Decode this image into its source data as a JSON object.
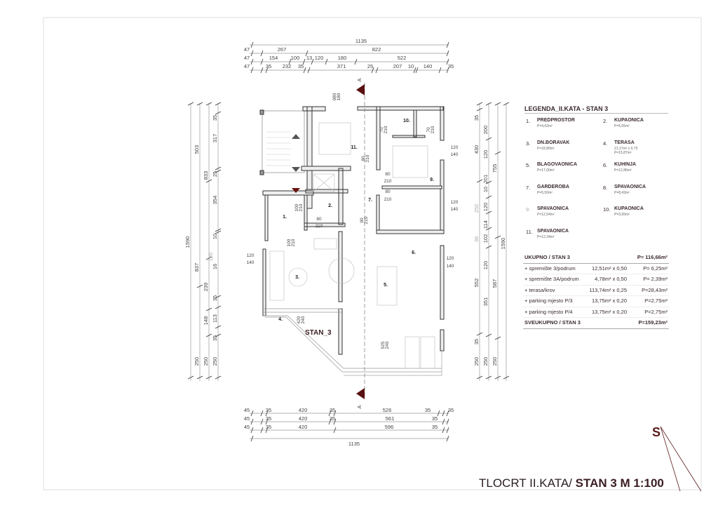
{
  "dims": {
    "top": [
      [
        "1135"
      ],
      [
        "47",
        "267",
        "822"
      ],
      [
        "47",
        "154",
        "100",
        "13",
        "120",
        "180",
        "522"
      ],
      [
        "47",
        "35",
        "232",
        "35",
        "371",
        "25",
        "207",
        "10",
        "140",
        "35"
      ]
    ],
    "bottom": [
      [
        "45",
        "35",
        "420",
        "35",
        "526",
        "35",
        "35"
      ],
      [
        "45",
        "35",
        "420",
        "35",
        "561",
        "35"
      ],
      [
        "45",
        "35",
        "420",
        "596",
        "35"
      ],
      [
        "1135"
      ]
    ],
    "left": [
      "1590",
      "503",
      "837",
      "250",
      "833",
      "239",
      "148",
      "250",
      "35",
      "317",
      "25",
      "354",
      "10",
      "120",
      "16",
      "35",
      "113",
      "35",
      "250"
    ],
    "right": [
      "35",
      "430",
      "250",
      "36",
      "552",
      "35",
      "250",
      "200",
      "120",
      "201",
      "10",
      "120",
      "114",
      "102",
      "120",
      "351",
      "250",
      "755",
      "587",
      "250",
      "1590"
    ]
  },
  "plan": {
    "room_numbers": [
      "1.",
      "2.",
      "3.",
      "4.",
      "5.",
      "6.",
      "7.",
      "9.",
      "10.",
      "11."
    ],
    "openings": [
      "180",
      "080",
      "70",
      "210",
      "70",
      "210",
      "80",
      "210",
      "80",
      "210",
      "80",
      "210",
      "100",
      "210",
      "80",
      "210",
      "90",
      "210",
      "100",
      "210",
      "120",
      "140",
      "120",
      "140",
      "120",
      "140",
      "120",
      "140",
      "420",
      "240",
      "525",
      "240"
    ],
    "apartment_label": "STAN_3",
    "section_marks": [
      "A",
      "A"
    ]
  },
  "legend": {
    "title": "LEGENDA_II.KATA - STAN 3",
    "items": [
      {
        "num": "1.",
        "name": "PREDPROSTOR",
        "area": "P=4,62m²"
      },
      {
        "num": "2.",
        "name": "KUPAONICA",
        "area": "P=5,05m²"
      },
      {
        "num": "3.",
        "name": "DN.BORAVAK",
        "area": "P=18,80m²"
      },
      {
        "num": "4.",
        "name": "TERASA",
        "area": "21,17m² x 0,75",
        "area2": "P=15,87m²"
      },
      {
        "num": "5.",
        "name": "BLAGOVAONICA",
        "area": "P=17,00m²"
      },
      {
        "num": "6.",
        "name": "KUHINJA",
        "area": "P=12,86m²"
      },
      {
        "num": "7.",
        "name": "GARDEROBA",
        "area": "P=5,50m²"
      },
      {
        "num": "8.",
        "name": "SPAVAONICA",
        "area": "P=8,43m²"
      },
      {
        "num": "9.",
        "name": "SPAVAONICA",
        "area": "P=12,54m²"
      },
      {
        "num": "10.",
        "name": "KUPAONICA",
        "area": "P=3,65m²"
      },
      {
        "num": "11.",
        "name": "SPAVAONICA",
        "area": "P=12,34m²"
      }
    ]
  },
  "summary": {
    "total": {
      "label": "UKUPNO / STAN 3",
      "value": "P= 116,66m²"
    },
    "rows": [
      {
        "label": "+ spremište 3/podrum",
        "calc": "12,51m² x 0,50",
        "value": "P= 6,25m²"
      },
      {
        "label": "+ spremište 3A/podrum",
        "calc": "4,78m² x 0,50",
        "value": "P= 2,39m²"
      },
      {
        "label": "+ terasa/krov",
        "calc": "113,74m² x 0,25",
        "value": "P=28,43m²"
      },
      {
        "label": "+ parking mjesto P/3",
        "calc": "13,75m² x 0,20",
        "value": "P=2,75m²"
      },
      {
        "label": "+ parking mjesto P/4",
        "calc": "13,75m² x 0,20",
        "value": "P=2,75m²"
      }
    ],
    "grand_total": {
      "label": "SVEUKUPNO / STAN 3",
      "value": "P=159,23m²"
    }
  },
  "title": {
    "prefix": "TLOCRT II.KATA/ ",
    "bold": "STAN 3 M 1:100"
  },
  "north": "S",
  "colors": {
    "accent": "#3a1e22",
    "north": "#5a1a1a",
    "marker": "#6a1010"
  }
}
